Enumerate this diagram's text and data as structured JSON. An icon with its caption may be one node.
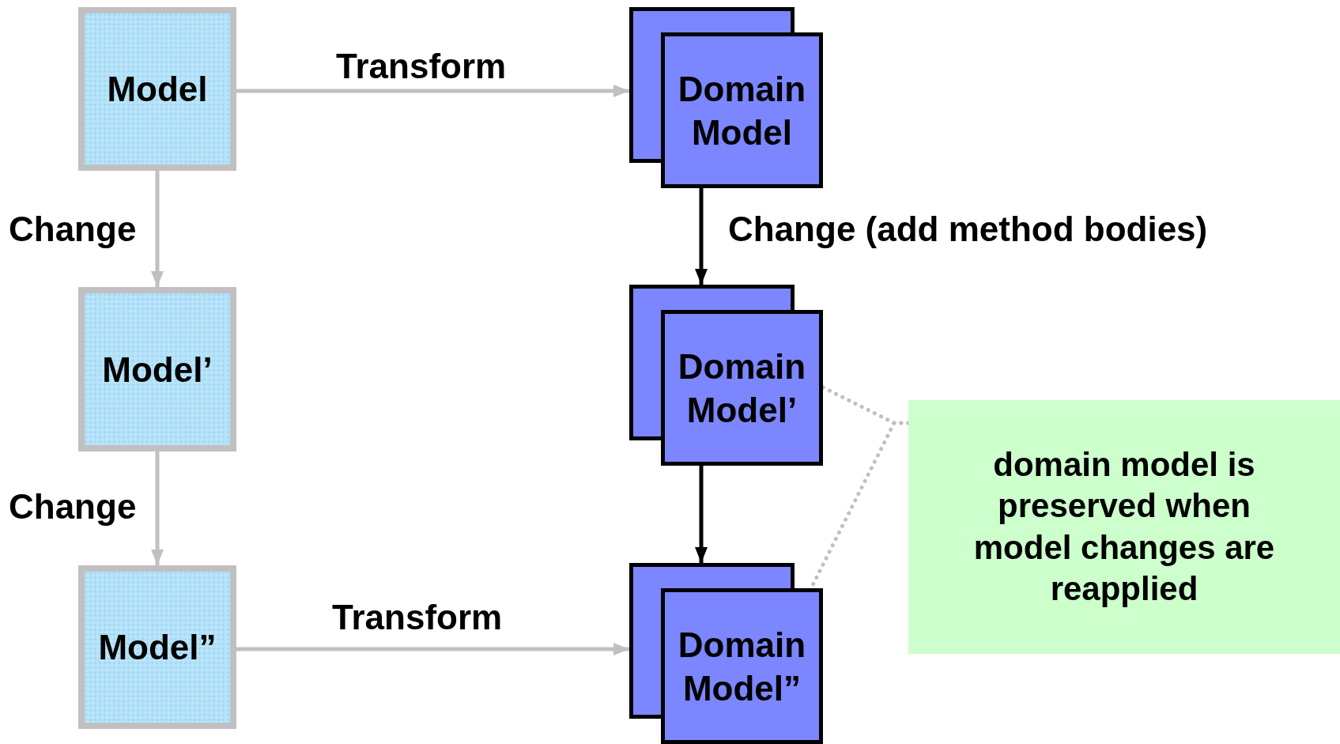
{
  "diagram": {
    "nodes": [
      {
        "text": [
          "Model"
        ]
      },
      {
        "text": [
          "Domain Model"
        ]
      },
      {
        "text": [
          "Model’"
        ]
      },
      {
        "text": [
          "Domain Model’"
        ]
      },
      {
        "text": [
          "Model”"
        ]
      },
      {
        "text": [
          "Domain Model”"
        ]
      },
      {
        "text": [
          "domain model is preserved when model changes are reapplied"
        ]
      }
    ],
    "edges": [
      {
        "from": 0,
        "to": 1,
        "arrow": "to",
        "label": "Transform"
      },
      {
        "from": 0,
        "to": 2,
        "arrow": "to",
        "label": "Change"
      },
      {
        "from": 1,
        "to": 3,
        "arrow": "to",
        "label": "Change (add method bodies)",
        "color": "#000000"
      },
      {
        "from": 2,
        "to": 4,
        "arrow": "to",
        "label": "Change"
      },
      {
        "from": 3,
        "to": 5,
        "arrow": "to",
        "color": "#000000"
      },
      {
        "from": 4,
        "to": 5,
        "arrow": "to",
        "label": "Transform"
      },
      {
        "from": 6,
        "to": 3,
        "arrow": "none",
        "style": "dashed"
      },
      {
        "from": 6,
        "to": 5,
        "arrow": "none",
        "style": "dashed"
      }
    ]
  }
}
